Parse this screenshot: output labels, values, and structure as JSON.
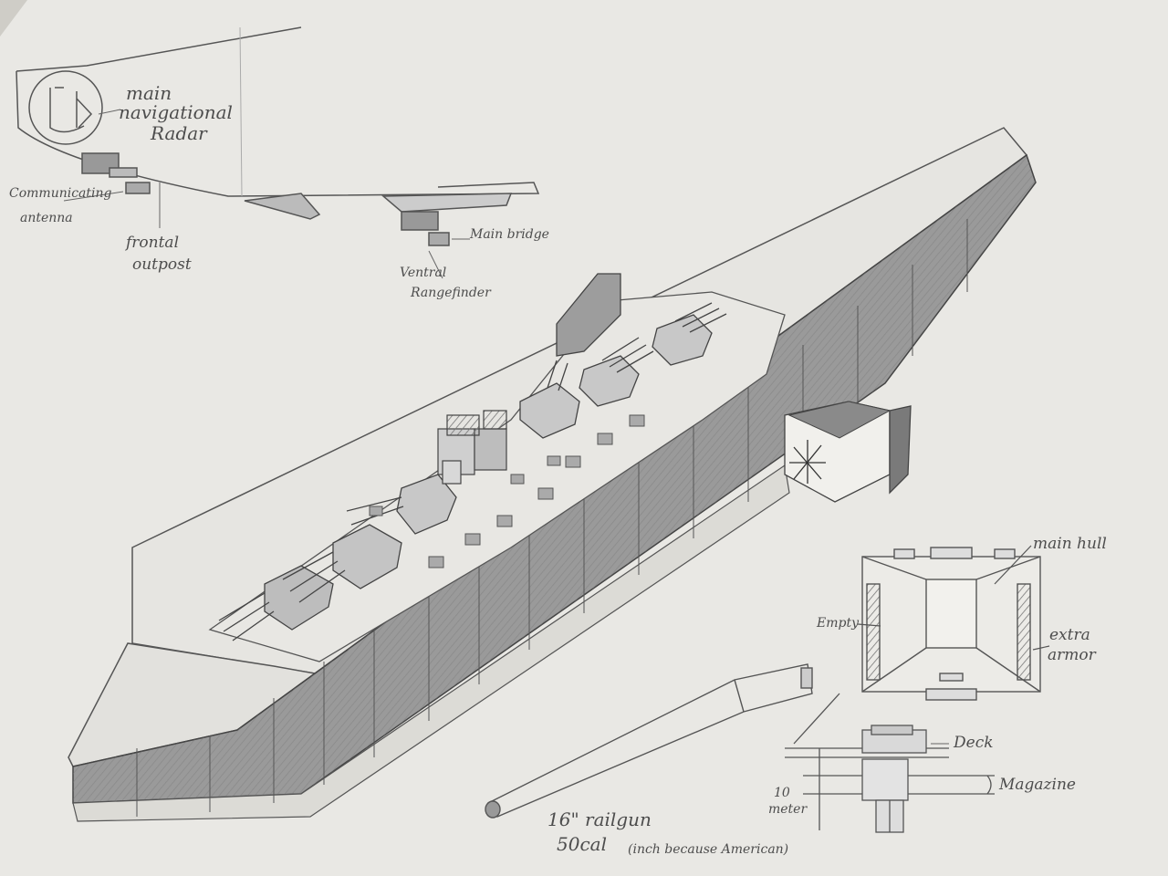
{
  "sketch": {
    "inset_labels": {
      "radar_line1": "main",
      "radar_line2": "navigational",
      "radar_line3": "Radar",
      "antenna_line1": "Communicating",
      "antenna_line2": "antenna",
      "outpost_line1": "frontal",
      "outpost_line2": "outpost",
      "bridge": "Main bridge",
      "rangefinder_line1": "Ventral",
      "rangefinder_line2": "Rangefinder"
    },
    "cross_section_labels": {
      "main_hull": "main hull",
      "empty": "Empty",
      "armor_line1": "extra",
      "armor_line2": "armor"
    },
    "gun_labels": {
      "deck": "Deck",
      "magazine": "Magazine",
      "height_line1": "10",
      "height_line2": "meter",
      "gun_line1": "16\" railgun",
      "gun_cal": "50cal",
      "gun_note": "(inch because American)"
    },
    "colors": {
      "paper": "#e9e8e4",
      "pencil": "#4a4a4a",
      "shade": "#8e8e8e",
      "background": "#6f6a62"
    }
  }
}
